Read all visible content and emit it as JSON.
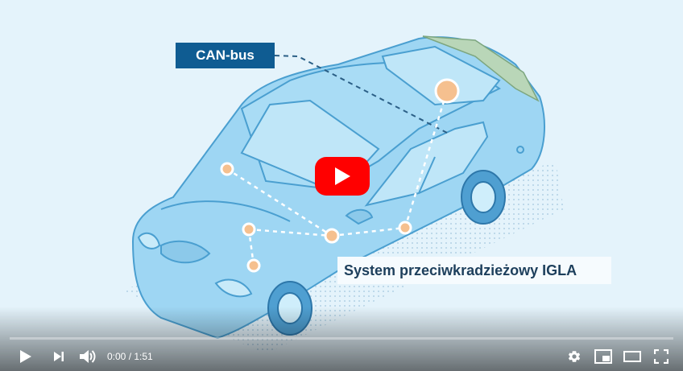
{
  "video": {
    "can_label": "CAN-bus",
    "system_label": "System przeciwkradzieżowy IGLA",
    "progress": 0
  },
  "controls": {
    "time_current": "0:00",
    "time_separator": " / ",
    "time_total": "1:51"
  },
  "colors": {
    "play_red": "#ff0000",
    "car_fill": "#9ed6f3",
    "car_stroke": "#4a9fd0",
    "node_orange": "#f5c08f",
    "label_blue": "#0f5c92"
  },
  "icons": [
    "play-icon",
    "next-icon",
    "volume-icon",
    "settings-icon",
    "miniplayer-icon",
    "theater-icon",
    "fullscreen-icon"
  ]
}
